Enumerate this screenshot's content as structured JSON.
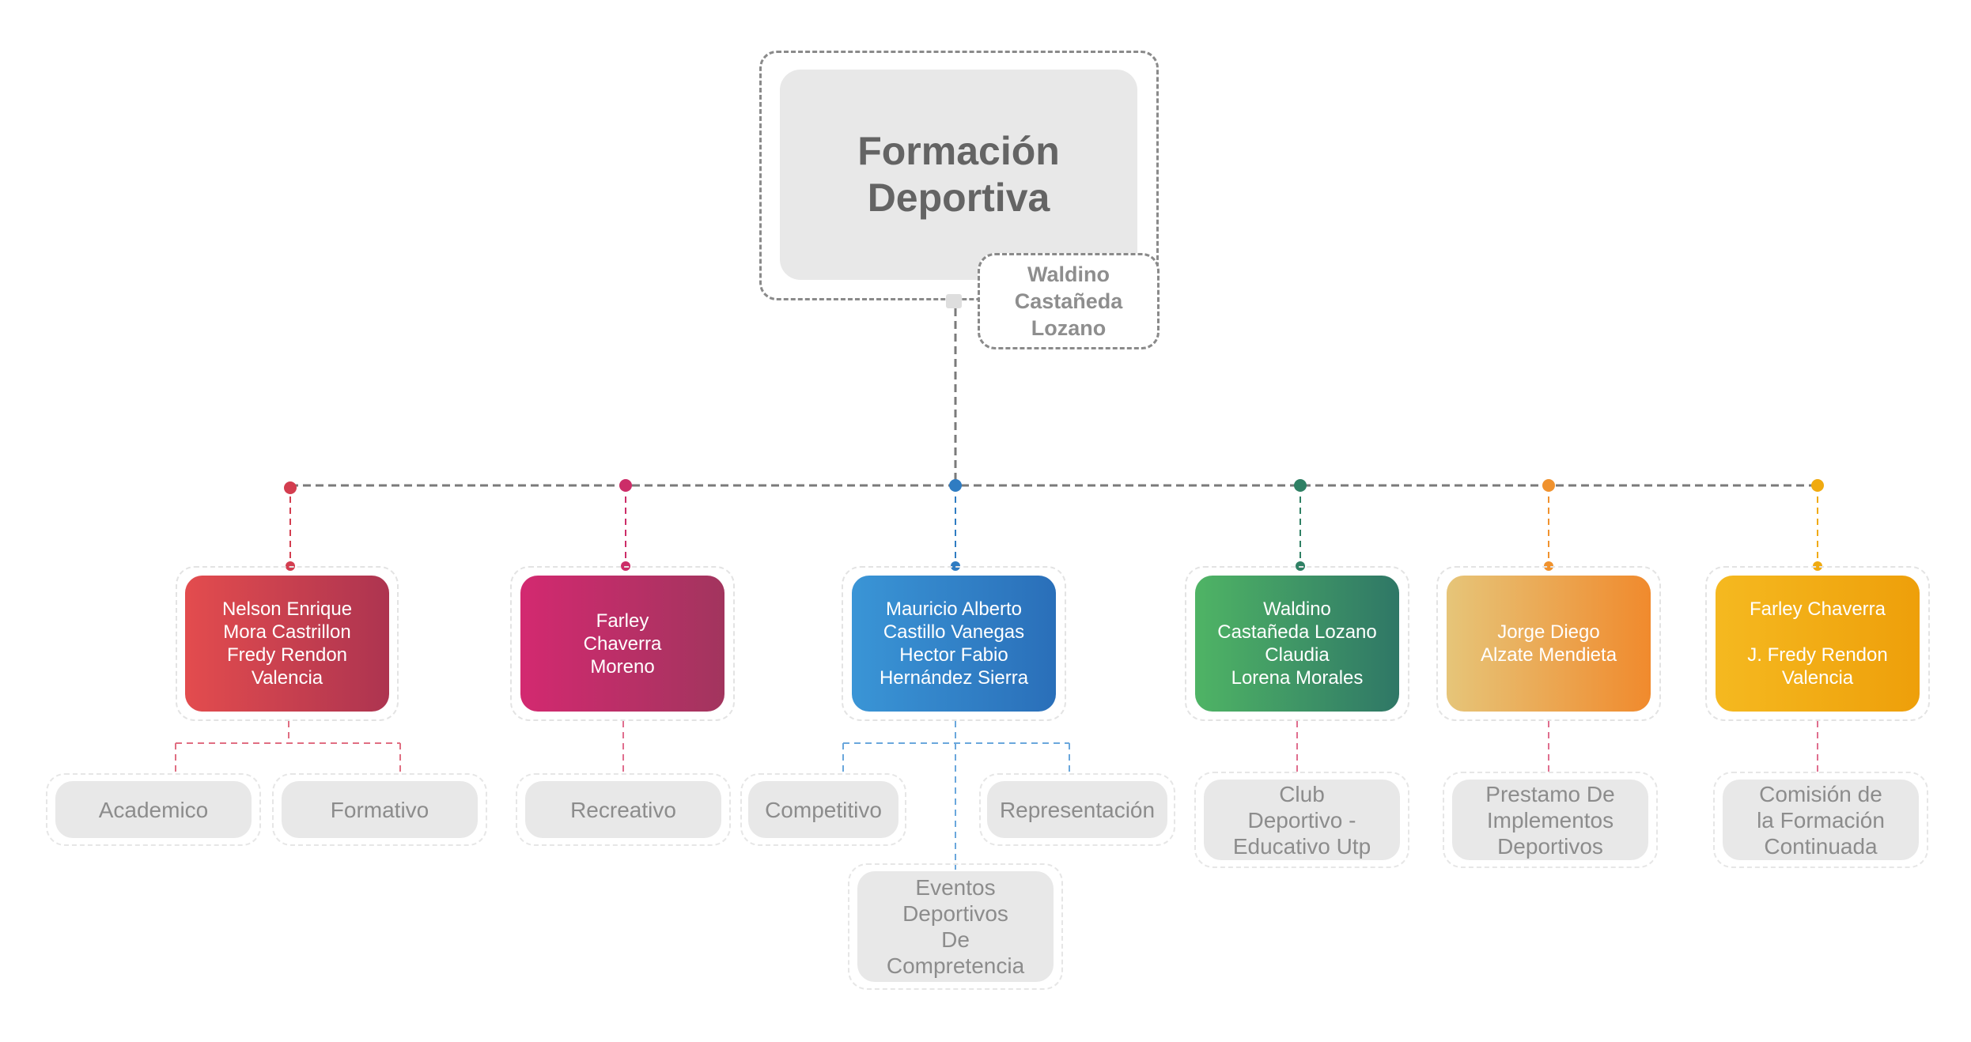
{
  "root": {
    "title": "Formación\nDeportiva",
    "head": "Waldino\nCastañeda\nLozano"
  },
  "colors": {
    "connector": "#7a7a7a",
    "branch_red": "#d33d4f",
    "branch_magenta": "#cc2d68",
    "branch_blue": "#2f7cc2",
    "branch_green": "#2f8064",
    "branch_orange": "#f0922e",
    "branch_yellow": "#f0aa10"
  },
  "branches": [
    {
      "leader": "Nelson Enrique\nMora Castrillon\nFredy Rendon\nValencia",
      "units": [
        "Academico",
        "Formativo"
      ]
    },
    {
      "leader": "Farley\nChaverra\nMoreno",
      "units": [
        "Recreativo"
      ]
    },
    {
      "leader": "Mauricio Alberto\nCastillo Vanegas\nHector Fabio\nHernández Sierra",
      "units": [
        "Competitivo",
        "Representación",
        "Eventos\nDeportivos\nDe\nCompretencia"
      ]
    },
    {
      "leader": "Waldino\nCastañeda Lozano\nClaudia\nLorena Morales",
      "units": [
        "Club\nDeportivo -\nEducativo Utp"
      ]
    },
    {
      "leader": "Jorge Diego\nAlzate Mendieta",
      "units": [
        "Prestamo De\nImplementos\nDeportivos"
      ]
    },
    {
      "leader": "Farley Chaverra\n\nJ. Fredy Rendon\nValencia",
      "units": [
        "Comisión de\nla Formación\nContinuada"
      ]
    }
  ]
}
